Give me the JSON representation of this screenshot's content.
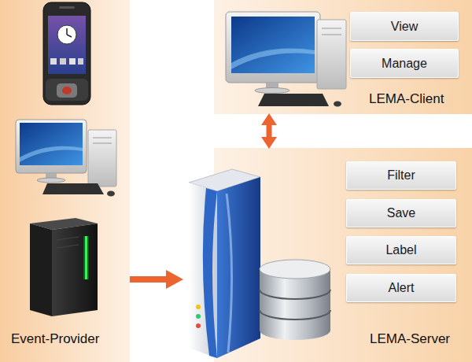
{
  "diagram": {
    "nodes": [
      {
        "text": [
          "Event-Provider"
        ]
      },
      {
        "text": [
          "LEMA-Client"
        ]
      },
      {
        "text": [
          "View"
        ],
        "in": 1
      },
      {
        "text": [
          "Manage"
        ],
        "in": 1
      },
      {
        "text": [
          "LEMA-Server"
        ]
      },
      {
        "text": [
          "Filter"
        ],
        "in": 4
      },
      {
        "text": [
          "Save"
        ],
        "in": 4
      },
      {
        "text": [
          "Label"
        ],
        "in": 4
      },
      {
        "text": [
          "Alert"
        ],
        "in": 4
      }
    ],
    "edges": [
      {
        "from": 0,
        "to": 4,
        "arrow": "to"
      },
      {
        "from": 1,
        "to": 4,
        "arrow": "both"
      }
    ]
  }
}
